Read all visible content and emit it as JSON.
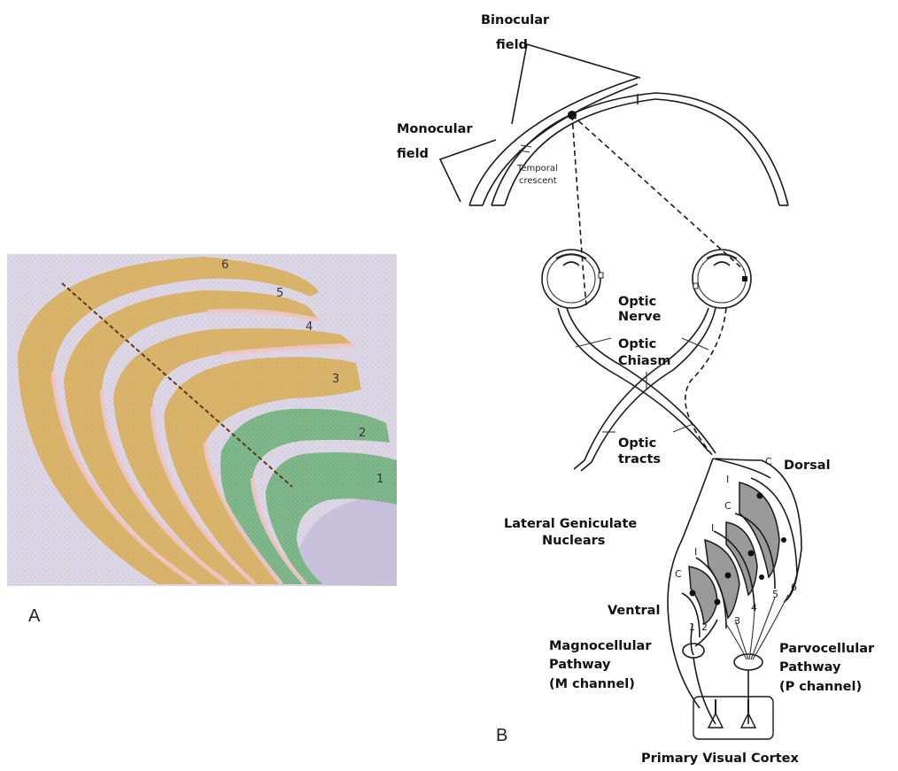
{
  "panel_a": {
    "letter": "A",
    "layers": [
      "6",
      "5",
      "4",
      "3",
      "2",
      "1"
    ],
    "colors": {
      "parvocellular": "#d9b46a",
      "magnocellular": "#7fb88a",
      "interlaminar": "#efc6c6",
      "background": "#ddd6e6"
    }
  },
  "panel_b": {
    "letter": "B",
    "binocular_field": [
      "Binocular",
      "field"
    ],
    "monocular_field": [
      "Monocular",
      "field"
    ],
    "temporal_crescent": [
      "Temporal",
      "crescent"
    ],
    "optic_nerve": [
      "Optic",
      "Nerve"
    ],
    "optic_chiasm": [
      "Optic",
      "Chiasm"
    ],
    "optic_tracts": [
      "Optic",
      "tracts"
    ],
    "dorsal": "Dorsal",
    "lgn": [
      "Lateral Geniculate",
      "Nuclears"
    ],
    "ventral": "Ventral",
    "magnocellular": [
      "Magnocellular",
      "Pathway",
      "(M channel)"
    ],
    "parvocellular": [
      "Parvocellular",
      "Pathway",
      "(P channel)"
    ],
    "cortex": "Primary Visual Cortex",
    "layer_numbers": [
      "1",
      "2",
      "3",
      "4",
      "5",
      "6"
    ],
    "c_marks": [
      "C",
      "C",
      "C",
      "I",
      "I",
      "I"
    ]
  }
}
